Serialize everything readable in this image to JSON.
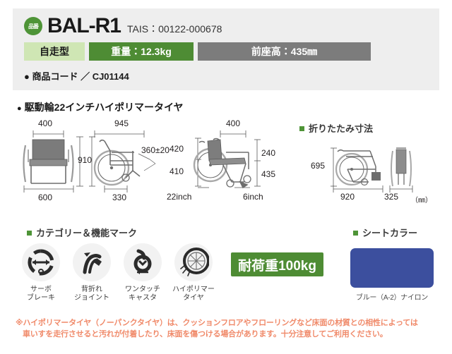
{
  "header": {
    "hinban_badge": "品番",
    "model": "BAL-R1",
    "tais": "TAIS：00122-000678",
    "badges": [
      {
        "label": "自走型",
        "style": "light"
      },
      {
        "label": "重量：12.3kg",
        "style": "green"
      },
      {
        "label": "前座高：435㎜",
        "style": "gray"
      }
    ],
    "product_code": "● 商品コード ／ CJ01144"
  },
  "sections": {
    "wheel_heading": "駆動輪22インチハイポリマータイヤ",
    "folded_heading": "折りたたみ寸法",
    "marks_heading": "カテゴリー＆機能マーク",
    "seat_heading": "シートカラー"
  },
  "drawings": {
    "front": {
      "top_width": "400",
      "height": "910",
      "bottom_width": "600"
    },
    "side": {
      "total_length": "945",
      "armrest_height": "360±20",
      "wheel_base": "330"
    },
    "detail": {
      "seat_width": "400",
      "back_height": "420",
      "wheel_height": "410",
      "seat_depth": "240",
      "seat_height": "435",
      "rear_wheel": "22inch",
      "front_caster": "6inch"
    },
    "folded": {
      "height": "695",
      "length": "920",
      "width": "325",
      "unit": "（㎜）"
    }
  },
  "marks": [
    {
      "icon": "servo-brake-icon",
      "label": "サーボ\nブレーキ"
    },
    {
      "icon": "back-folding-joint-icon",
      "label": "背折れ\nジョイント"
    },
    {
      "icon": "one-touch-caster-icon",
      "label": "ワンタッチ\nキャスタ"
    },
    {
      "icon": "high-polymer-tire-icon",
      "label": "ハイポリマー\nタイヤ"
    }
  ],
  "load_badge": "耐荷重100kg",
  "seat_color": {
    "swatch_hex": "#3c4f9e",
    "label": "ブルー（A-2）ナイロン"
  },
  "note": {
    "line1": "※ハイポリマータイヤ（ノーパンクタイヤ）は、クッションフロアやフローリングなど床面の材質との相性によっては",
    "line2": "車いすを走行させると汚れが付着したり、床面を傷つける場合があります。十分注意してご利用ください。"
  },
  "colors": {
    "brand_green": "#4e9437",
    "badge_green": "#4e8c34",
    "badge_light_green": "#cfe6b4",
    "badge_gray": "#7c7c7c",
    "panel_gray": "#eeeeee",
    "note_orange": "#f08a6a",
    "seat_blue": "#3c4f9e"
  }
}
